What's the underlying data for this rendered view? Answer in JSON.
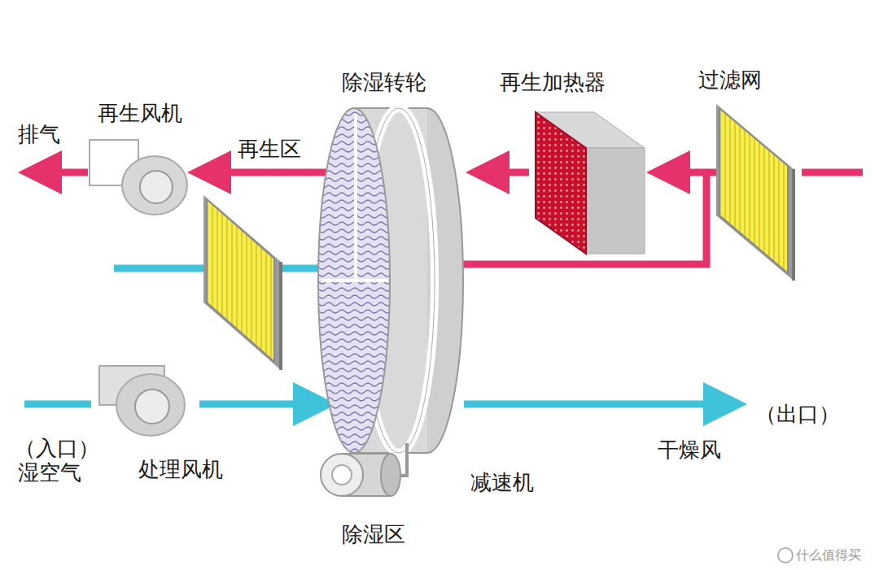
{
  "diagram": {
    "labels": [
      "除湿转轮",
      "再生加热器",
      "过滤网",
      "再生风机",
      "排气",
      "再生区",
      "（入口）",
      "湿空气",
      "处理风机",
      "（出口）",
      "干燥风",
      "减速机",
      "除湿区",
      "什么值得买"
    ]
  }
}
